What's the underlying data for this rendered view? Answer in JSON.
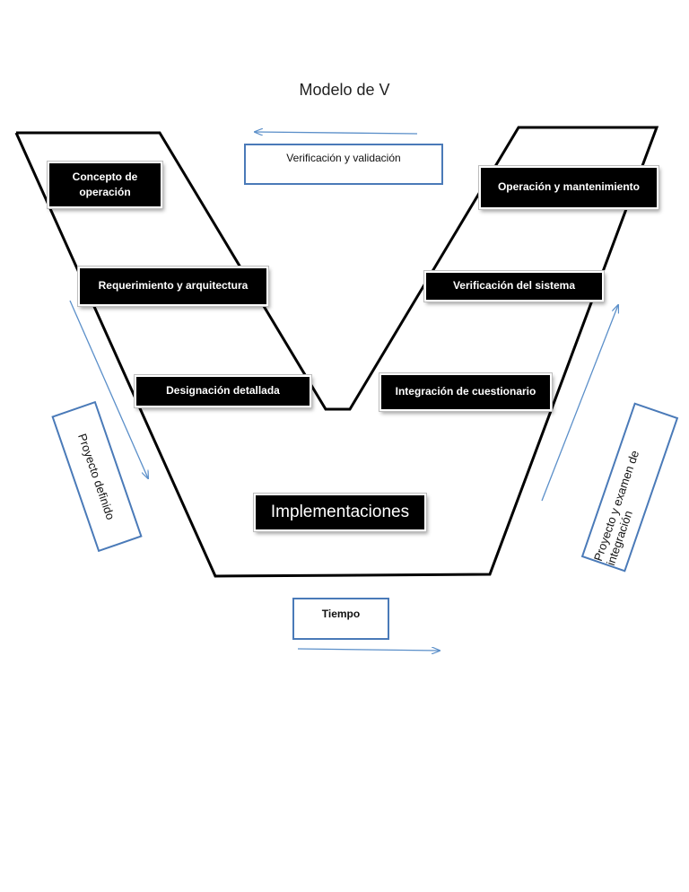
{
  "title": "Modelo de V",
  "phases": {
    "concepto": "Concepto de operación",
    "requerimiento": "Requerimiento y arquitectura",
    "designacion": "Designación detallada",
    "operacion": "Operación y mantenimiento",
    "verificacion_sistema": "Verificación del sistema",
    "integracion": "Integración de cuestionario",
    "implementaciones": "Implementaciones"
  },
  "annotations": {
    "verificacion_validacion": "Verificación y validación",
    "proyecto_definido": "Proyecto definido",
    "proyecto_examen": "Proyecto y examen de integración",
    "tiempo": "Tiempo"
  },
  "colors": {
    "arrow": "#5b8fc9",
    "box_border": "#4a7ab8",
    "phase_fill": "#000000",
    "outline": "#000000"
  }
}
